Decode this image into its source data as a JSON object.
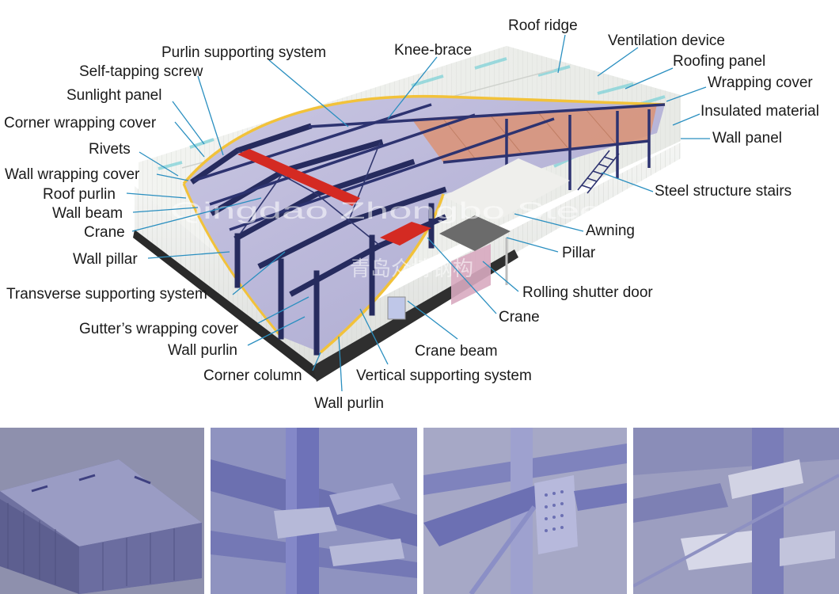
{
  "watermark": {
    "latin": "Qingdao Zhongbo Steel Structure C",
    "chinese": "青岛众博钢构"
  },
  "labels": {
    "roof_ridge": "Roof ridge",
    "ventilation_device": "Ventilation device",
    "roofing_panel": "Roofing panel",
    "wrapping_cover": "Wrapping cover",
    "insulated_material": "Insulated material",
    "wall_panel": "Wall panel",
    "steel_structure_stairs": "Steel structure stairs",
    "awning": "Awning",
    "pillar": "Pillar",
    "rolling_shutter_door": "Rolling shutter door",
    "crane_right": "Crane",
    "crane_beam": "Crane beam",
    "vertical_supporting_system": "Vertical supporting system",
    "wall_purlin_bottom": "Wall purlin",
    "corner_column": "Corner column",
    "wall_purlin_mid": "Wall purlin",
    "gutters_wrapping_cover": "Gutter’s wrapping cover",
    "transverse_supporting_system": "Transverse supporting system",
    "wall_pillar": "Wall pillar",
    "crane_left": "Crane",
    "wall_beam": "Wall beam",
    "roof_purlin": "Roof purlin",
    "wall_wrapping_cover": "Wall wrapping cover",
    "rivets": "Rivets",
    "corner_wrapping_cover": "Corner wrapping cover",
    "sunlight_panel": "Sunlight panel",
    "self_tapping_screw": "Self-tapping screw",
    "purlin_supporting_system": "Purlin supporting system",
    "knee_brace": "Knee-brace"
  },
  "colors": {
    "frame": "#262b5e",
    "leader": "#2a8fc0",
    "outline": "#f2c23a",
    "crane": "#d42a22",
    "mezzanine": "#d9957a",
    "photo_tint": "#7c80b4"
  }
}
